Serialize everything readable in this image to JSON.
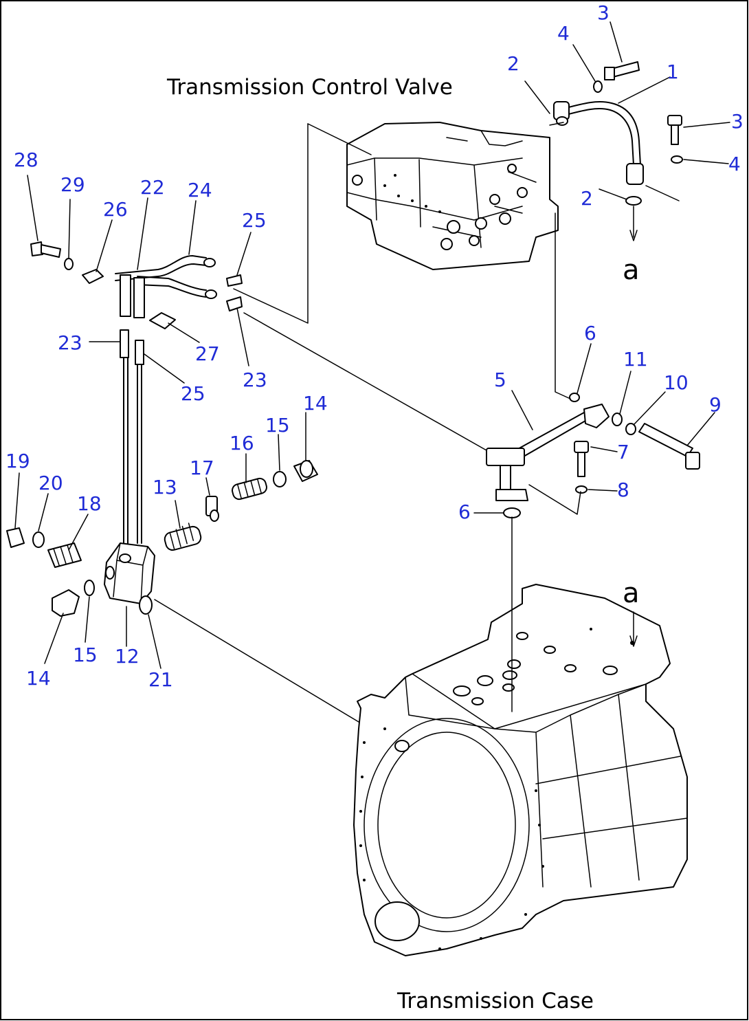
{
  "labels": {
    "control_valve": "Transmission Control Valve",
    "case": "Transmission Case",
    "ref_a": "a"
  },
  "callouts": [
    "1",
    "2",
    "2",
    "3",
    "3",
    "4",
    "4",
    "5",
    "6",
    "6",
    "7",
    "8",
    "9",
    "10",
    "11",
    "12",
    "13",
    "14",
    "14",
    "15",
    "15",
    "16",
    "17",
    "18",
    "19",
    "20",
    "21",
    "22",
    "23",
    "23",
    "24",
    "25",
    "25",
    "26",
    "27",
    "28",
    "29"
  ],
  "colors": {
    "callout": "#1f2bd6",
    "line": "#000000"
  }
}
